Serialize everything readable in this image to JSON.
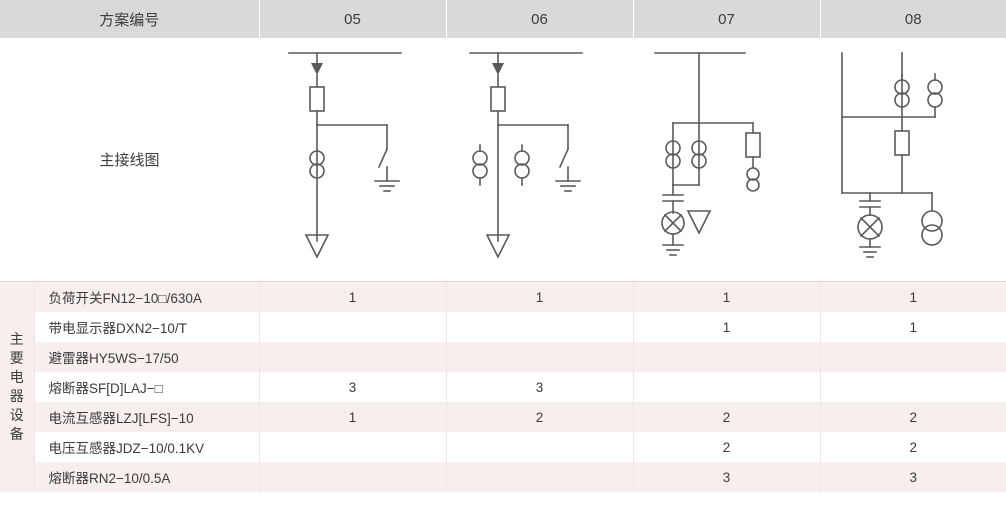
{
  "header": {
    "label": "方案编号",
    "columns": [
      "05",
      "06",
      "07",
      "08"
    ]
  },
  "diagram_row": {
    "label": "主接线图"
  },
  "side_label": "主要电器设备",
  "rows": [
    {
      "name": "负荷开关FN12−10□/630A",
      "values": [
        "1",
        "1",
        "1",
        "1"
      ]
    },
    {
      "name": "带电显示器DXN2−10/T",
      "values": [
        "",
        "",
        "1",
        "1"
      ]
    },
    {
      "name": "避雷器HY5WS−17/50",
      "values": [
        "",
        "",
        "",
        ""
      ]
    },
    {
      "name": "熔断器SF[D]LAJ−□",
      "values": [
        "3",
        "3",
        "",
        ""
      ]
    },
    {
      "name": "电流互感器LZJ[LFS]−10",
      "values": [
        "1",
        "2",
        "2",
        "2"
      ]
    },
    {
      "name": "电压互感器JDZ−10/0.1KV",
      "values": [
        "",
        "",
        "2",
        "2"
      ]
    },
    {
      "name": "熔断器RN2−10/0.5A",
      "values": [
        "",
        "",
        "3",
        "3"
      ]
    }
  ],
  "colors": {
    "header_bg": "#d9d9d9",
    "row_alt_bg": "#f7eeee",
    "grid": "#e2d6d6",
    "text": "#3c3c3c",
    "line": "#5a5a5a"
  }
}
